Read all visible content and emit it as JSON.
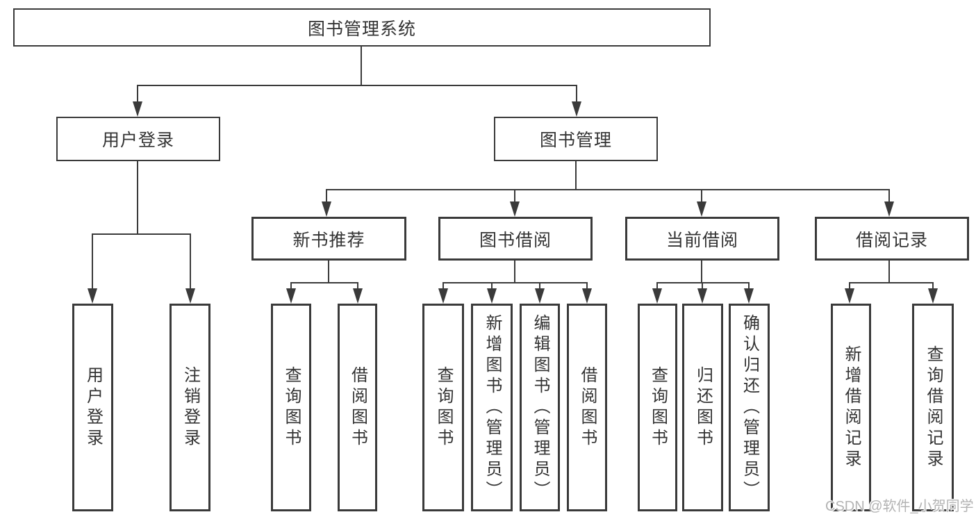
{
  "tree": {
    "root": {
      "label": "图书管理系统",
      "children": [
        {
          "label": "用户登录",
          "children": [
            {
              "label": "用户登录"
            },
            {
              "label": "注销登录"
            }
          ]
        },
        {
          "label": "图书管理",
          "children": [
            {
              "label": "新书推荐",
              "children": [
                {
                  "label": "查询图书"
                },
                {
                  "label": "借阅图书"
                }
              ]
            },
            {
              "label": "图书借阅",
              "children": [
                {
                  "label": "查询图书"
                },
                {
                  "label": "新增图书（管理员）"
                },
                {
                  "label": "编辑图书（管理员）"
                },
                {
                  "label": "借阅图书"
                }
              ]
            },
            {
              "label": "当前借阅",
              "children": [
                {
                  "label": "查询图书"
                },
                {
                  "label": "归还图书"
                },
                {
                  "label": "确认归还（管理员）"
                }
              ]
            },
            {
              "label": "借阅记录",
              "children": [
                {
                  "label": "新增借阅记录"
                },
                {
                  "label": "查询借阅记录"
                }
              ]
            }
          ]
        }
      ]
    }
  },
  "watermark": {
    "text": "CSDN @软件_小贺同学"
  },
  "colors": {
    "line": "#3a3a3a",
    "text": "#333333",
    "watermark": "#b3b3b3",
    "bg": "#ffffff"
  }
}
